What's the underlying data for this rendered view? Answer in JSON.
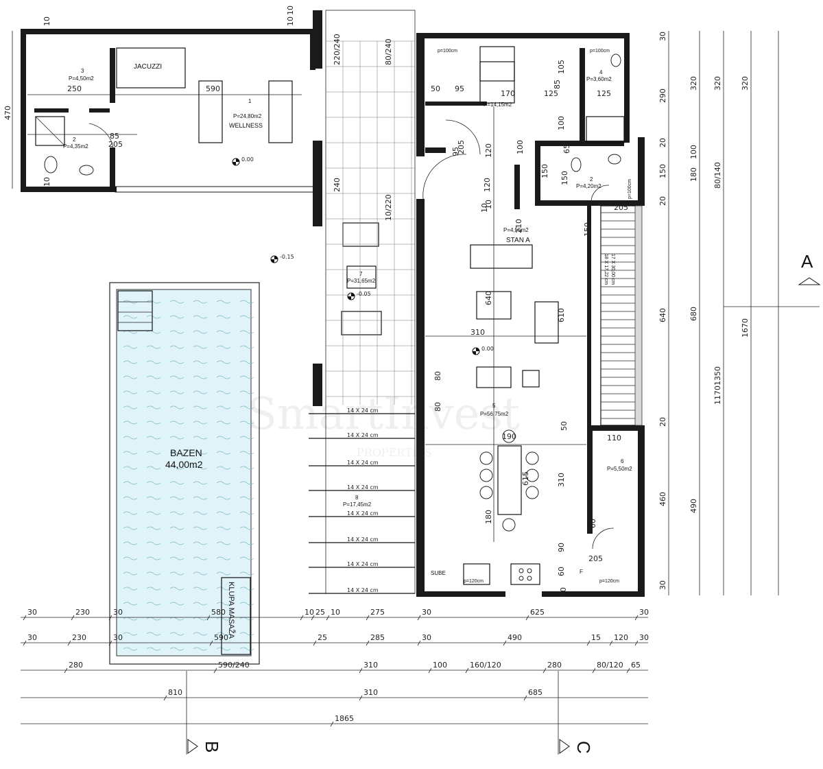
{
  "rooms": {
    "bazen_name": "BAZEN",
    "bazen_area": "44,00m2",
    "wellness_name": "WELLNESS",
    "wellness_area": "P=24,80m2",
    "wellness_num": "1",
    "jacuzzi": "JACUZZI",
    "room2_num": "2",
    "room2_area": "P=4,35m2",
    "room3_num": "3",
    "room3_area": "P=4,50m2",
    "stan_name": "STAN A",
    "stan_hall_area": "P=4,55m2",
    "bed_area": "P=14,15m2",
    "bath4_num": "4",
    "bath4_area": "P=3,60m2",
    "bath2_num": "2",
    "bath2_area": "P=4,20m2",
    "terrace7_num": "7",
    "terrace7_area": "P=31,65m2",
    "terrace8_num": "8",
    "terrace8_area": "P=17,45m2",
    "living_num": "5",
    "living_area": "P=56,75m2",
    "storage6_num": "6",
    "storage6_area": "P=5,50m2",
    "klupa": "KLUPA MASAŽA",
    "sube": "SUBE",
    "f": "F",
    "stairs_note": "18 X 17,22 cm",
    "stairs_note2": "17 X 30,00 cm"
  },
  "levels": {
    "wellness": "0.00",
    "outside": "-0.15",
    "terrace": "-0.05",
    "living": "0.00"
  },
  "openings": {
    "p100a": "p=100cm",
    "p100b": "p=100cm",
    "p100c": "p=100cm",
    "p120a": "p=120cm",
    "p120b": "p=120cm"
  },
  "steps": "14 X 24 cm",
  "section_marks": [
    "A",
    "B",
    "C"
  ],
  "watermark": "SmartInvest",
  "watermark_sub": "PROPERTIES",
  "dims_bottom": {
    "row1": [
      "30",
      "230",
      "30",
      "580",
      "10",
      "25",
      "10",
      "275",
      "30",
      "625",
      "30"
    ],
    "row2": [
      "30",
      "230",
      "30",
      "590",
      "25",
      "285",
      "30",
      "490",
      "15",
      "120",
      "30"
    ],
    "row3": [
      "280",
      "590/240",
      "310",
      "100",
      "160/120",
      "280",
      "80/120",
      "65"
    ],
    "row4": [
      "810",
      "310",
      "685"
    ],
    "row5": [
      "1865"
    ]
  },
  "dims_right": {
    "col1": [
      "30",
      "290",
      "20",
      "150",
      "20",
      "640",
      "20",
      "460",
      "30"
    ],
    "col2": [
      "320",
      "100",
      "180",
      "680",
      "490"
    ],
    "col3": [
      "320",
      "80/140",
      "1350"
    ],
    "col4": [
      "320",
      "1670"
    ],
    "col5": [
      "1170"
    ]
  },
  "dims_left": [
    "10",
    "10",
    "470",
    "10",
    "10"
  ],
  "dims_interior": [
    "250",
    "590",
    "85",
    "205",
    "220/240",
    "80/240",
    "240",
    "10/220",
    "50",
    "95",
    "170",
    "125",
    "85",
    "125",
    "105",
    "100",
    "65",
    "205",
    "95",
    "120",
    "10",
    "310",
    "150",
    "210",
    "150",
    "205",
    "640",
    "610",
    "80",
    "80",
    "50",
    "190",
    "615",
    "310",
    "180",
    "90",
    "60",
    "80",
    "205",
    "110",
    "205",
    "100",
    "120",
    "60",
    "150",
    "10"
  ]
}
